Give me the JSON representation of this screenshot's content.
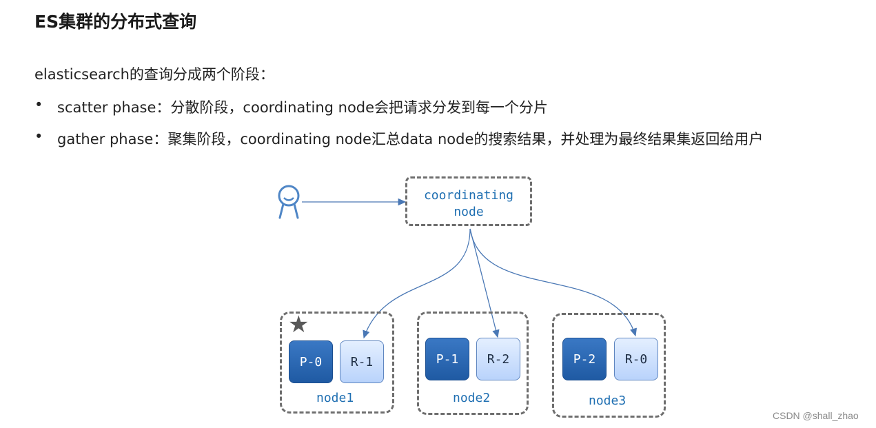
{
  "title": "ES集群的分布式查询",
  "intro": "elasticsearch的查询分成两个阶段：",
  "bullets": [
    {
      "dot": "•",
      "text": "scatter phase：分散阶段，coordinating node会把请求分发到每一个分片"
    },
    {
      "dot": "•",
      "text": "gather phase：聚集阶段，coordinating node汇总data node的搜索结果，并处理为最终结果集返回给用户"
    }
  ],
  "diagram": {
    "user_icon": "user-icon",
    "coordinating_node": {
      "line1": "coordinating",
      "line2": "node"
    },
    "star_icon": "star-icon",
    "star_glyph": "★",
    "nodes": [
      {
        "name": "node1",
        "shards": [
          "P-0",
          "R-1"
        ]
      },
      {
        "name": "node2",
        "shards": [
          "P-1",
          "R-2"
        ]
      },
      {
        "name": "node3",
        "shards": [
          "P-2",
          "R-0"
        ]
      }
    ],
    "colors": {
      "primary": "#2a66b4",
      "replica": "#c8dcfc",
      "label": "#1f6fb2",
      "arrow": "#4a78b5",
      "border": "#6e6e6e"
    }
  },
  "watermark": "CSDN @shall_zhao"
}
